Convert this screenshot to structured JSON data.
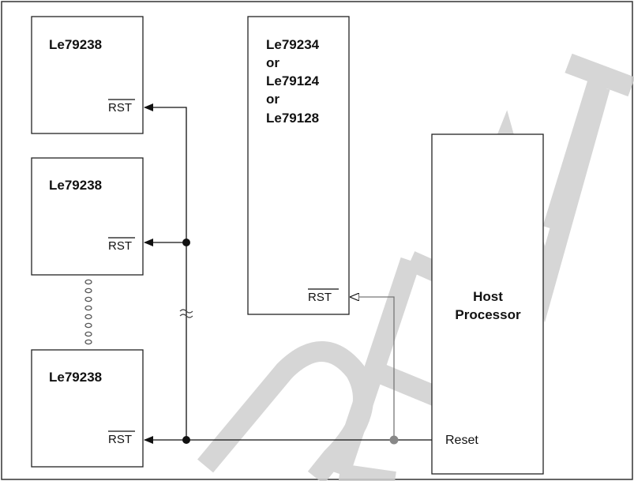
{
  "diagram": {
    "devices": [
      {
        "id": "le79238-1",
        "label": "Le79238",
        "pin": "RST"
      },
      {
        "id": "le79238-2",
        "label": "Le79238",
        "pin": "RST"
      },
      {
        "id": "le79238-3",
        "label": "Le79238",
        "pin": "RST"
      }
    ],
    "codec": {
      "label_lines": [
        "Le79234",
        "or",
        "Le79124",
        "or",
        "Le79128"
      ],
      "pin": "RST"
    },
    "host": {
      "label_lines": [
        "Host",
        "Processor"
      ],
      "pin": "Reset"
    },
    "watermark_text": "DENTIAL"
  }
}
